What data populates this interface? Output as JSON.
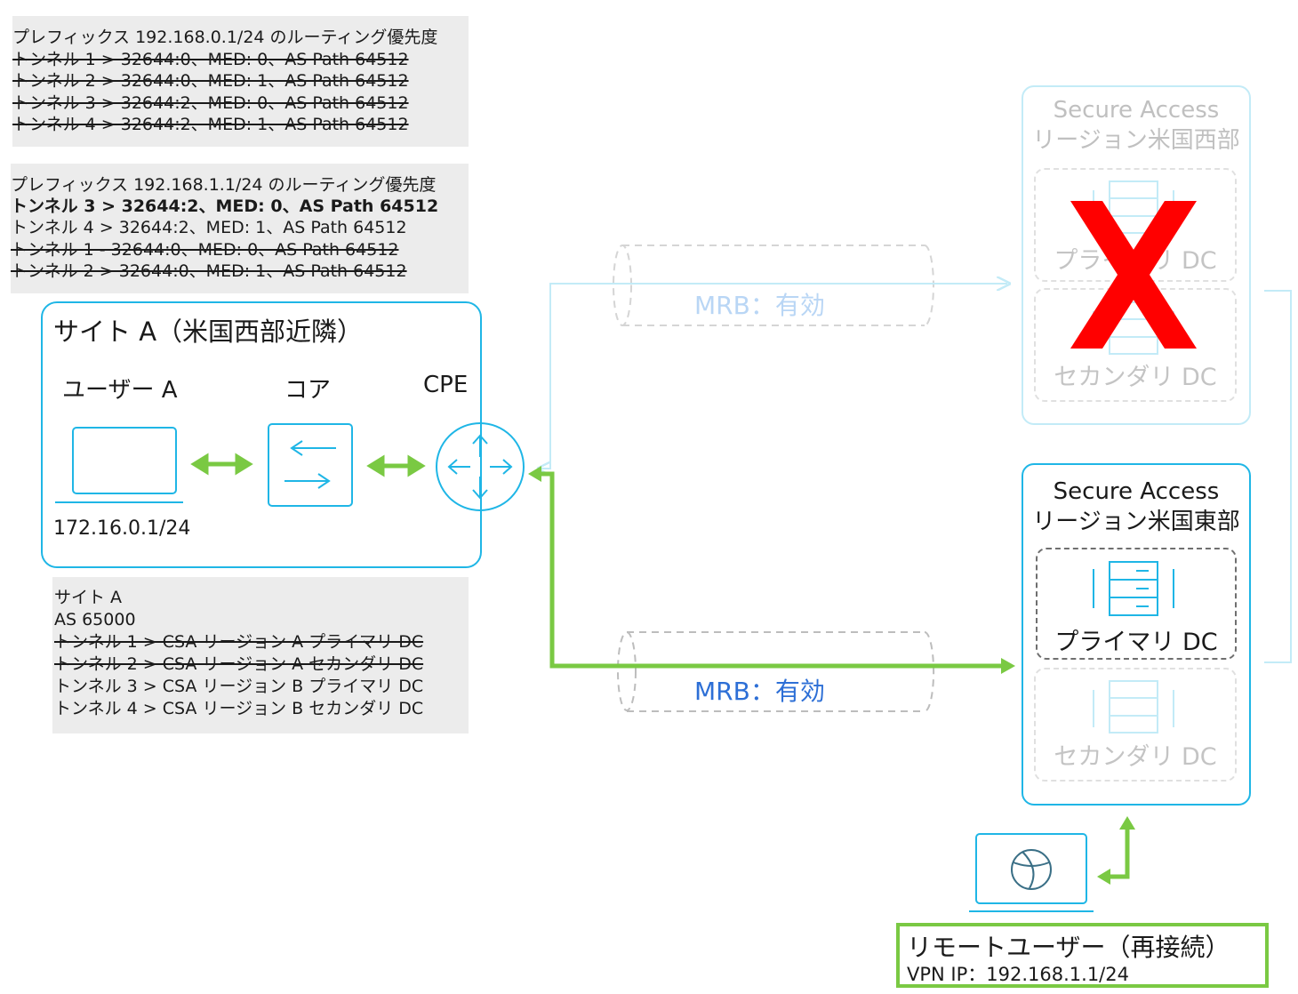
{
  "colors": {
    "accent": "#1fb6e6",
    "faded": "#c3ebf7",
    "green": "#7ac943",
    "link_blue": "#2d6fd6",
    "fail_red": "#ff0000",
    "panel_bg": "#ececec"
  },
  "routing_table_1": {
    "title": "プレフィックス 192.168.0.1/24 のルーティング優先度",
    "lines": [
      "トンネル 1 > 32644:0、MED: 0、AS Path 64512",
      "トンネル 2 > 32644:0、MED: 1、AS Path 64512",
      "トンネル 3 > 32644:2、MED: 0、AS Path 64512",
      "トンネル 4 > 32644:2、MED: 1、AS Path 64512"
    ]
  },
  "routing_table_2": {
    "title": "プレフィックス 192.168.1.1/24 のルーティング優先度",
    "lines": [
      "トンネル 3 > 32644:2、MED: 0、AS Path 64512",
      "トンネル 4 > 32644:2、MED: 1、AS Path 64512",
      "トンネル 1 - 32644:0、MED: 0、AS Path 64512",
      "トンネル 2 > 32644:0、MED: 1、AS Path 64512"
    ]
  },
  "site": {
    "title": "サイト A（米国西部近隣）",
    "user_label": "ユーザー A",
    "core_label": "コア",
    "cpe_label": "CPE",
    "user_ip": "172.16.0.1/24"
  },
  "site_info": {
    "lines": [
      "サイト A",
      "AS 65000",
      "トンネル 1 > CSA リージョン A プライマリ DC",
      "トンネル 2 > CSA リージョン A セカンダリ DC",
      "トンネル 3 > CSA リージョン B プライマリ DC",
      "トンネル 4 > CSA リージョン B セカンダリ DC"
    ]
  },
  "region_west": {
    "title_line1": "Secure Access",
    "title_line2": "リージョン米国西部",
    "primary_dc": "プライマリ DC",
    "secondary_dc": "セカンダリ DC",
    "status": "failed"
  },
  "region_east": {
    "title_line1": "Secure Access",
    "title_line2": "リージョン米国東部",
    "primary_dc": "プライマリ DC",
    "secondary_dc": "セカンダリ DC"
  },
  "tunnels": {
    "west_label": "MRB：有効",
    "east_label": "MRB：有効"
  },
  "remote_user": {
    "title": "リモートユーザー（再接続）",
    "vpn_ip": "VPN IP：192.168.1.1/24"
  },
  "icons": [
    "laptop-icon",
    "switch-icon",
    "router-icon",
    "server-icon",
    "globe-laptop-icon",
    "failure-x-icon"
  ]
}
